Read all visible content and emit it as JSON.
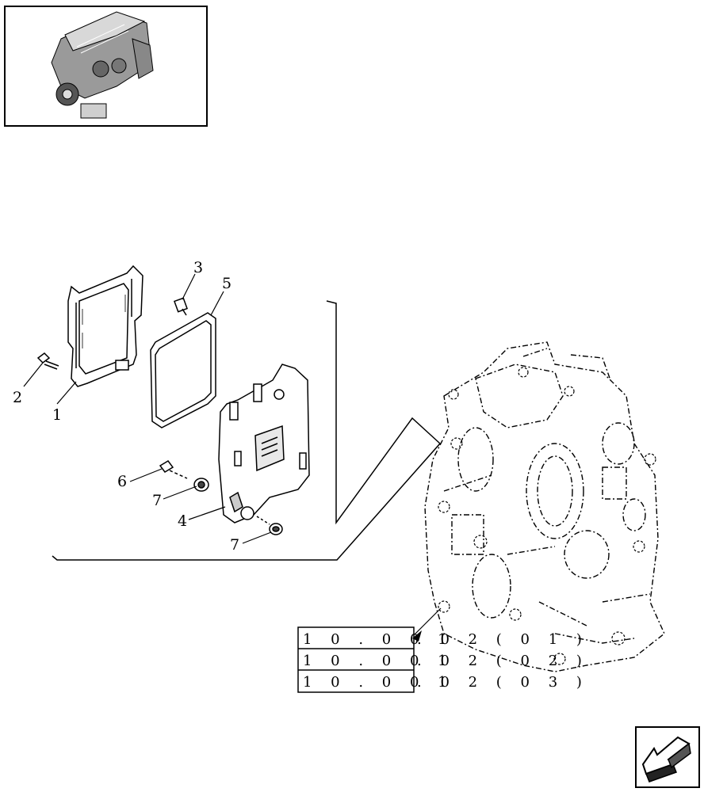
{
  "callouts": {
    "c1": "1",
    "c2": "2",
    "c3": "3",
    "c4": "4",
    "c5": "5",
    "c6": "6",
    "c7a": "7",
    "c7b": "7"
  },
  "references": [
    {
      "left": "1 0 . 0 0 1",
      "right": ". 0 2 ( 0 1 )"
    },
    {
      "left": "1 0 . 0 0 1",
      "right": ". 0 2 ( 0 2 )"
    },
    {
      "left": "1 0 . 0 0 1",
      "right": ". 0 2 ( 0 3 )"
    }
  ],
  "icons": {
    "thumbnail": "engine-thumbnail-icon",
    "navigation": "previous-page-arrow-icon"
  }
}
